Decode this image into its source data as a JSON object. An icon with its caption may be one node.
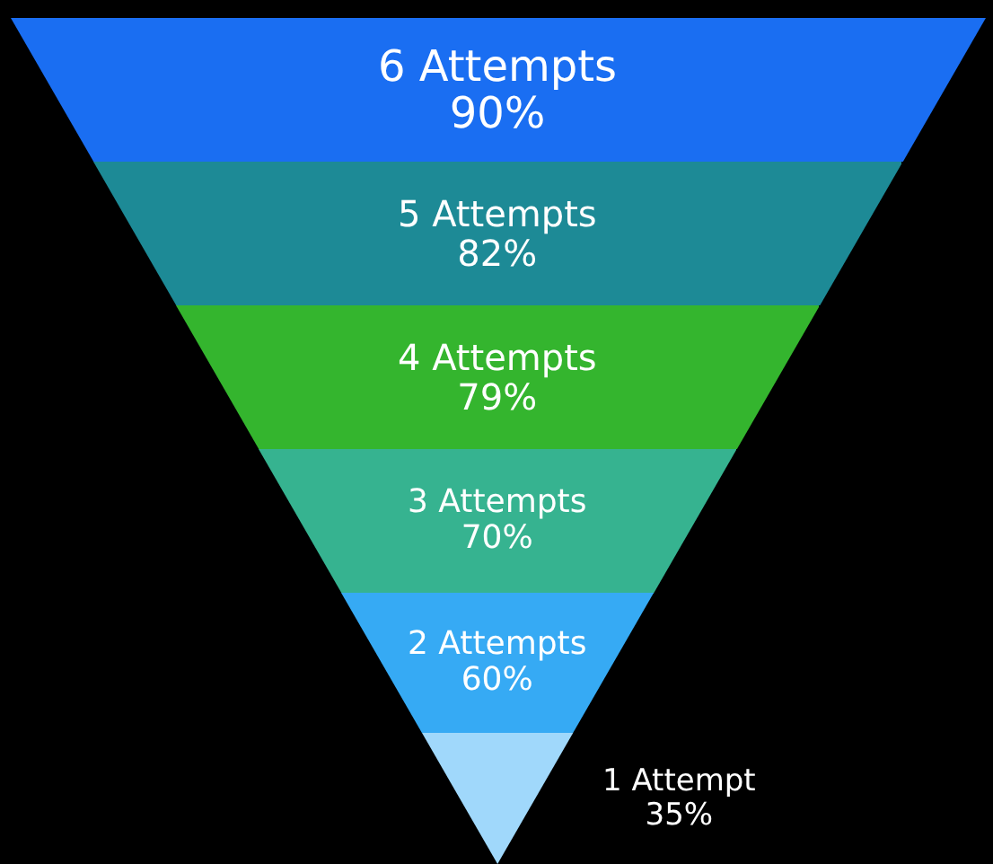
{
  "diagram": {
    "nodes": [
      {
        "text": [
          "6 Attempts",
          "90%"
        ]
      },
      {
        "text": [
          "5 Attempts",
          "82%"
        ]
      },
      {
        "text": [
          "4 Attempts",
          "79%"
        ]
      },
      {
        "text": [
          "3 Attempts",
          "70%"
        ]
      },
      {
        "text": [
          "2 Attempts",
          "60%"
        ]
      },
      {
        "text": [
          "1 Attempt",
          "35%"
        ]
      }
    ]
  }
}
